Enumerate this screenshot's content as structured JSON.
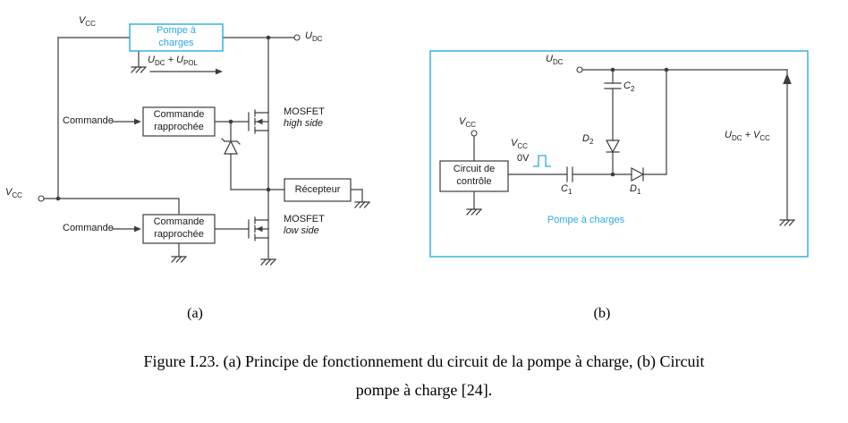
{
  "colors": {
    "accent_cyan": "#29abe2",
    "wire": "#3d3d3d"
  },
  "a": {
    "vcc_top": {
      "m": "V",
      "s": "CC"
    },
    "pump_box": "Pompe à\ncharges",
    "udc_out": {
      "m": "U",
      "s": "DC"
    },
    "upol": {
      "m1": "U",
      "s1": "DC",
      "m2": " + U",
      "s2": "POL"
    },
    "commande_high": "Commande",
    "driver_high": "Commande\nrapprochée",
    "mosfet_high_name": "MOSFET",
    "mosfet_high_side": "high side",
    "recepteur": "Récepteur",
    "vcc_left": {
      "m": "V",
      "s": "CC"
    },
    "commande_low": "Commande",
    "driver_low": "Commande\nrapprochée",
    "mosfet_low_name": "MOSFET",
    "mosfet_low_side": "low side"
  },
  "b": {
    "udc": {
      "m": "U",
      "s": "DC"
    },
    "c2": {
      "m": "C",
      "s": "2"
    },
    "vcc_ctrl": {
      "m": "V",
      "s": "CC"
    },
    "vcc_pulse": {
      "m": "V",
      "s": "CC"
    },
    "zero_v": "0V",
    "ctrl_box": "Circuit de\ncontrôle",
    "c1": {
      "m": "C",
      "s": "1"
    },
    "d2": {
      "m": "D",
      "s": "2"
    },
    "d1": {
      "m": "D",
      "s": "1"
    },
    "udc_vcc": {
      "m1": "U",
      "s1": "DC",
      "m2": " + V",
      "s2": "CC"
    },
    "pump_label": "Pompe à charges"
  },
  "figure": {
    "label_a": "(a)",
    "label_b": "(b)",
    "caption_line1": "Figure I.23. (a) Principe de fonctionnement du circuit de la pompe à charge, (b) Circuit",
    "caption_line2": "pompe à charge [24]."
  }
}
